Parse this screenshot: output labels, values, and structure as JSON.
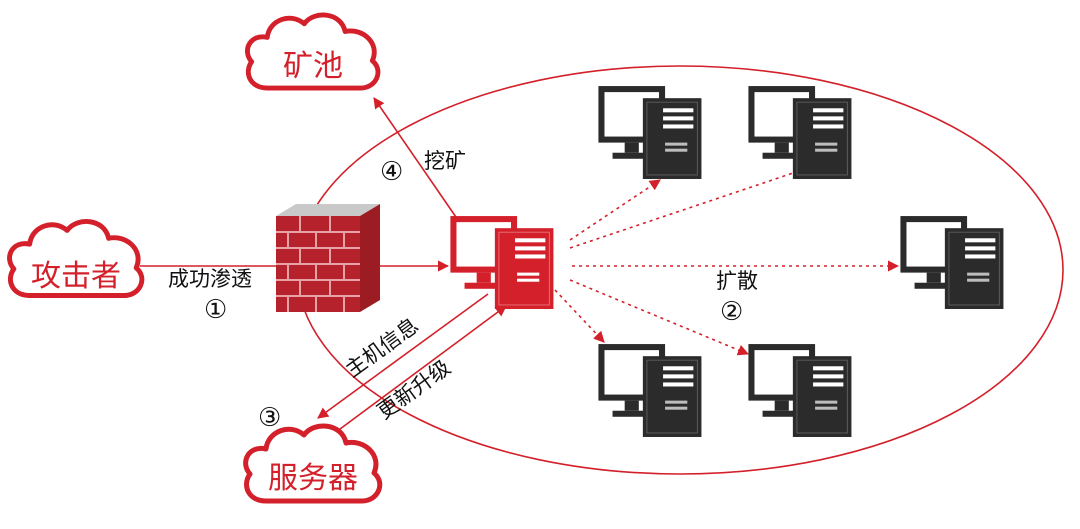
{
  "clouds": {
    "mining_pool": "矿池",
    "attacker": "攻击者",
    "server": "服务器"
  },
  "steps": {
    "infiltration": "成功渗透",
    "infiltration_num": "①",
    "spread": "扩散",
    "spread_num": "②",
    "host_info": "主机信息",
    "update_upgrade": "更新升级",
    "server_num": "③",
    "mining": "挖矿",
    "mining_num": "④"
  },
  "colors": {
    "accent_red": "#d3202a",
    "firewall_red": "#b5222b",
    "computer_dark": "#2b2b2b"
  },
  "icons": [
    "cloud-icon",
    "firewall-icon",
    "infected-computer-icon",
    "computer-icon"
  ]
}
